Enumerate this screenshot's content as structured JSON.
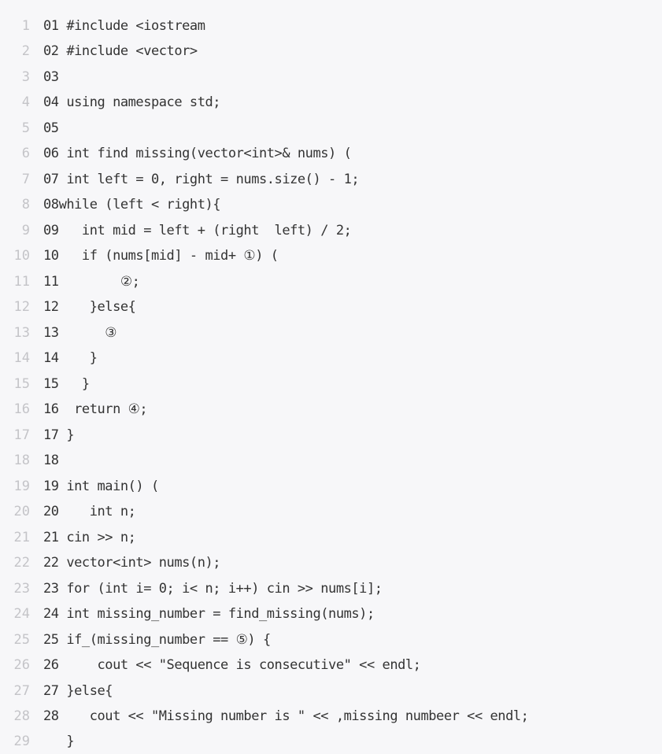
{
  "code": {
    "lines": [
      {
        "n": "1",
        "text": "01 #include <iostream"
      },
      {
        "n": "2",
        "text": "02 #include <vector>"
      },
      {
        "n": "3",
        "text": "03"
      },
      {
        "n": "4",
        "text": "04 using namespace std;"
      },
      {
        "n": "5",
        "text": "05"
      },
      {
        "n": "6",
        "text": "06 int find missing(vector<int>& nums) ("
      },
      {
        "n": "7",
        "text": "07 int left = 0, right = nums.size() - 1;"
      },
      {
        "n": "8",
        "text": "08while (left < right){"
      },
      {
        "n": "9",
        "text": "09   int mid = left + (right  left) / 2;"
      },
      {
        "n": "10",
        "text": "10   if (nums[mid] - mid+ ①) ("
      },
      {
        "n": "11",
        "text": "11        ②;"
      },
      {
        "n": "12",
        "text": "12    }else{"
      },
      {
        "n": "13",
        "text": "13      ③"
      },
      {
        "n": "14",
        "text": "14    }"
      },
      {
        "n": "15",
        "text": "15   }"
      },
      {
        "n": "16",
        "text": "16  return ④;"
      },
      {
        "n": "17",
        "text": "17 }"
      },
      {
        "n": "18",
        "text": "18"
      },
      {
        "n": "19",
        "text": "19 int main() ("
      },
      {
        "n": "20",
        "text": "20    int n;"
      },
      {
        "n": "21",
        "text": "21 cin >> n;"
      },
      {
        "n": "22",
        "text": "22 vector<int> nums(n);"
      },
      {
        "n": "23",
        "text": "23 for (int i= 0; i< n; i++) cin >> nums[i];"
      },
      {
        "n": "24",
        "text": "24 int missing_number = find_missing(nums);"
      },
      {
        "n": "25",
        "text": "25 if_(missing_number == ⑤) {"
      },
      {
        "n": "26",
        "text": "26     cout << \"Sequence is consecutive\" << endl;"
      },
      {
        "n": "27",
        "text": "27 }else{"
      },
      {
        "n": "28",
        "text": "28    cout << \"Missing number is \" << ,missing numbeer << endl;"
      },
      {
        "n": "29",
        "text": "   }"
      }
    ]
  }
}
